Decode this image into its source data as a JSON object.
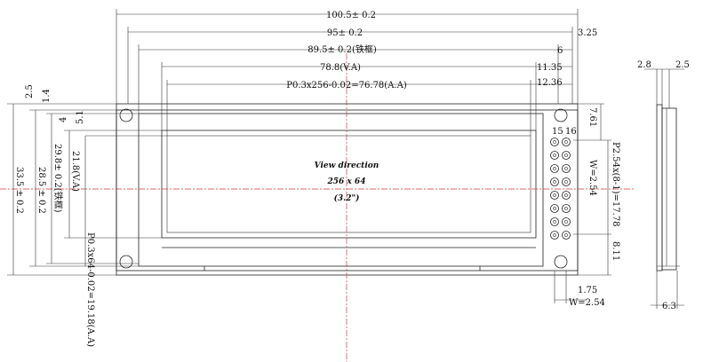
{
  "dims": {
    "overall_width": "100.5± 0.2",
    "w95": "95± 0.2",
    "w89_5": "89.5± 0.2(铁框)",
    "va_width": "78.8(V.A)",
    "aa_width": "P0.3x256-0.02=76.78(A.A)",
    "r6": "6",
    "r3_25": "3.25",
    "r11_35": "11.35",
    "r12_36": "12.36",
    "l2_5": "2.5",
    "l1_4": "1.4",
    "l4": "4",
    "l5_1": "5.1",
    "h21_8": "21.8(V.A)",
    "h29_8": "29.8± 0.2(铁框)",
    "h28_5": "28.5 ± 0.2",
    "h33_5": "33.5 ± 0.2",
    "aa_height": "P0.3x64-0.02=19.18(A.A)",
    "r7_61": "7.61",
    "pin_pitch": "P2.54x(8-1)=17.78",
    "pin_w1": "W=2.54",
    "r8_11": "8.11",
    "b1_75": "1.75",
    "b_w2": "W=2.54",
    "side_2_8": "2.8",
    "side_2_5": "2.5",
    "side_6_3": "6.3"
  },
  "display": {
    "view_direction": "View direction",
    "resolution": "256  x  64",
    "size": "(3.2\")"
  },
  "pins": {
    "label_15": "15",
    "label_16": "16"
  }
}
